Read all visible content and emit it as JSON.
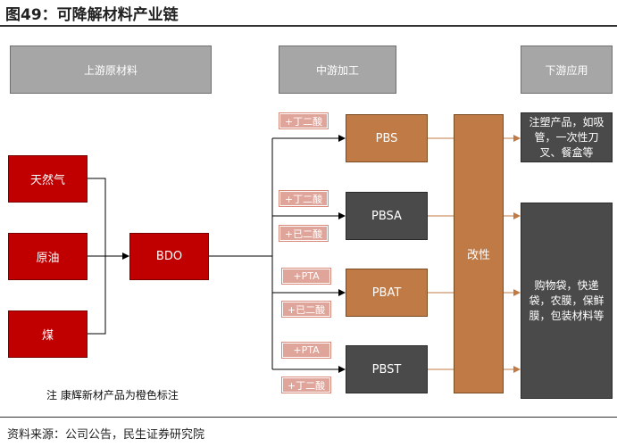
{
  "title": "图49：可降解材料产业链",
  "headers": {
    "upstream": "上游原材料",
    "midstream": "中游加工",
    "downstream": "下游应用"
  },
  "raw_materials": [
    "天然气",
    "原油",
    "煤"
  ],
  "intermediate": "BDO",
  "products": [
    "PBS",
    "PBSA",
    "PBAT",
    "PBST"
  ],
  "tags": [
    "+丁二酸",
    "+丁二酸",
    "+已二酸",
    "+PTA",
    "+已二酸",
    "+PTA",
    "+丁二酸"
  ],
  "modification": "改性",
  "applications": {
    "top": "注塑产品，如吸管，一次性刀叉、餐盒等",
    "bottom": "购物袋，快递袋，农膜，保鲜膜，包装材料等"
  },
  "note": "注 康辉新材产品为橙色标注",
  "source": "资料来源：公司公告，民生证券研究院",
  "colors": {
    "raw": "#c00000",
    "orange": "#c07a45",
    "dark": "#4a4a4a",
    "header": "#a6a6a6",
    "tag": "#e0a59a"
  }
}
